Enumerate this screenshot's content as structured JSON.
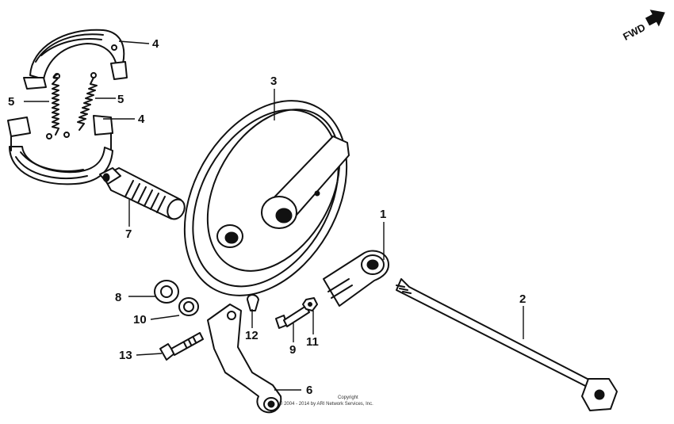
{
  "diagram": {
    "callouts": {
      "p1": "1",
      "p2": "2",
      "p3": "3",
      "p4a": "4",
      "p4b": "4",
      "p5a": "5",
      "p5b": "5",
      "p6": "6",
      "p7": "7",
      "p8": "8",
      "p9": "9",
      "p10": "10",
      "p11": "11",
      "p12": "12",
      "p13": "13"
    },
    "direction_label": "FWD",
    "copyright_line1": "Copyright",
    "copyright_line2": "© 2004 - 2014 by ARI Network Services, Inc."
  }
}
